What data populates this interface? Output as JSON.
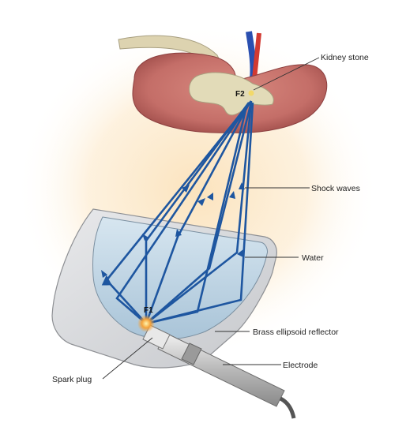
{
  "labels": {
    "kidney_stone": "Kidney stone",
    "shock_waves": "Shock waves",
    "water": "Water",
    "reflector": "Brass ellipsoid reflector",
    "spark_plug": "Spark plug",
    "electrode": "Electrode",
    "f1": "F1",
    "f2": "F2"
  },
  "colors": {
    "kidney": "#c9716a",
    "kidney_dark": "#9c4a47",
    "pelvis": "#ddd6b3",
    "wave": "#1e56a0",
    "water": "#c4d8e6",
    "reflector": "#d9dadd",
    "glow": "#fbe6c4"
  }
}
